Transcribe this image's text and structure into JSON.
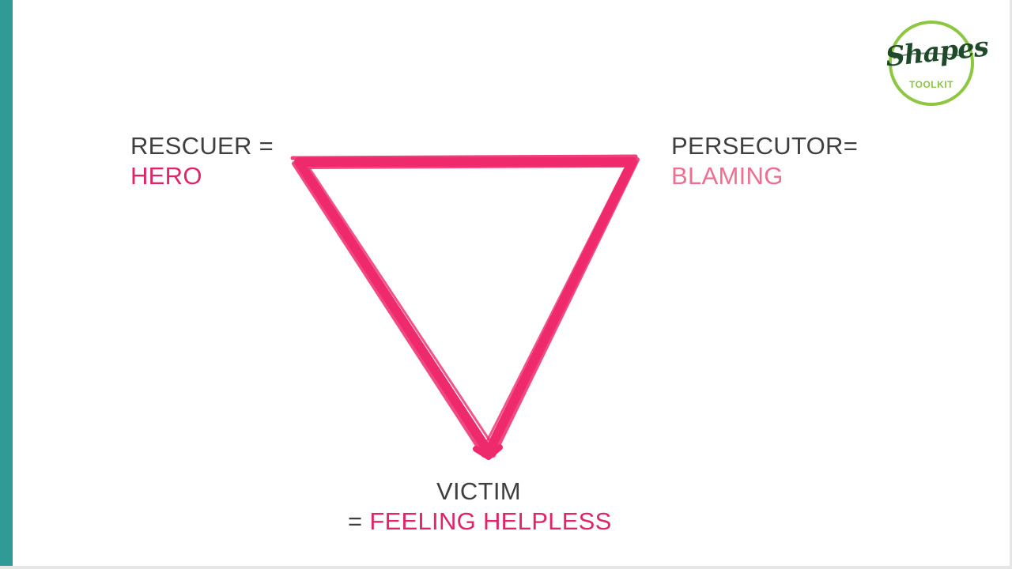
{
  "labels": {
    "rescuer": {
      "role": "RESCUER =",
      "desc": "HERO"
    },
    "persecutor": {
      "role": "PERSECUTOR=",
      "desc": "BLAMING"
    },
    "victim": {
      "role": "VICTIM",
      "eq": "= ",
      "desc": "FEELING HELPLESS"
    }
  },
  "logo": {
    "title": "Shapes",
    "subtitle": "TOOLKIT"
  },
  "colors": {
    "accent_bar": "#2f9a96",
    "triangle": "#ee2a6d",
    "hero": "#e0246a",
    "blaming": "#ee6f8f",
    "helpless": "#e0246a",
    "role_text": "#3f3f3f",
    "logo_ring": "#8dc63f",
    "logo_text": "#1f4a2a"
  }
}
